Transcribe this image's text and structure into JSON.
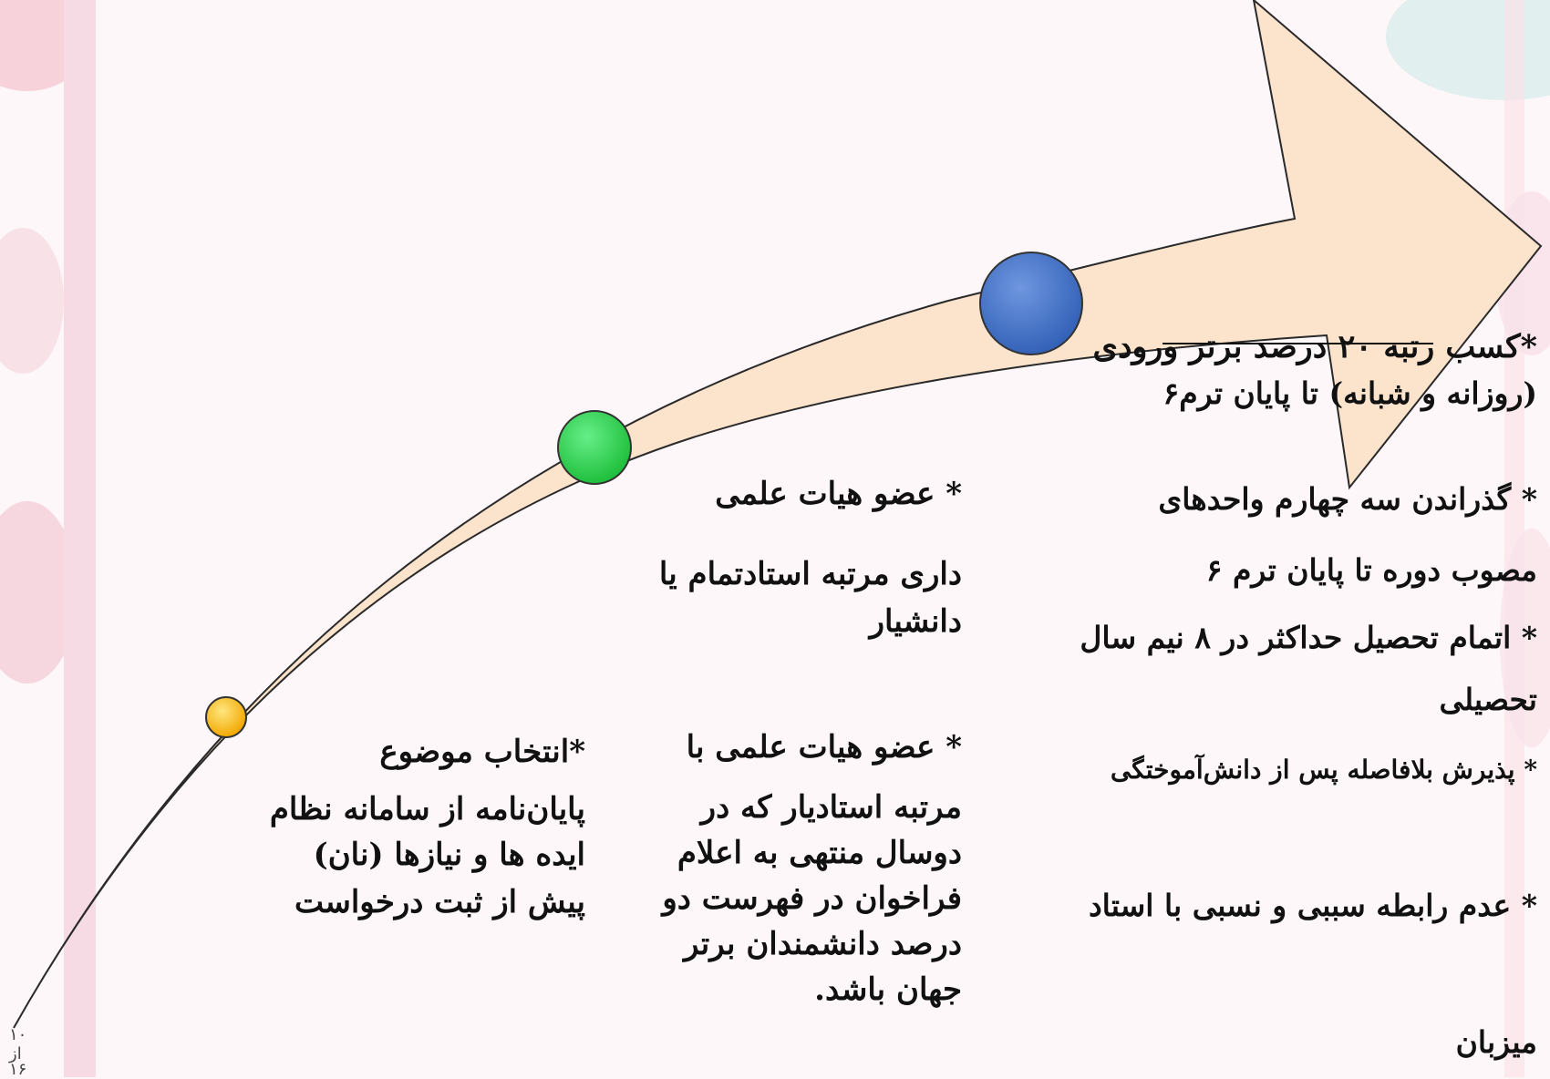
{
  "slide": {
    "colors": {
      "arrow_fill": "#fbe3cc",
      "arrow_stroke": "#2a2a2a",
      "dot_yellow": "#f7b500",
      "dot_green": "#22cc44",
      "dot_blue": "#3f6fc6",
      "left_band": "#f7dbe4"
    },
    "stages": [
      {
        "dot_color": "#f7b500",
        "lines": [
          "*انتخاب موضوع",
          "پایان‌نامه از سامانه نظام",
          "ایده ها و نیازها (نان)",
          "پیش از ثبت درخواست"
        ]
      },
      {
        "dot_color": "#22cc44",
        "lines": [
          "* عضو هیات علمی",
          "داری مرتبه استادتمام یا",
          "دانشیار",
          "* عضو هیات علمی با",
          "مرتبه استادیار که در",
          "دوسال منتهی به اعلام",
          "فراخوان در فهرست دو",
          "درصد دانشمندان برتر",
          "جهان باشد."
        ]
      },
      {
        "dot_color": "#3f6fc6",
        "lines": [
          "*کسب رتبه ۲۰ درصد برتر ورودی",
          "(روزانه و شبانه) تا پایان ترم۶",
          "* گذراندن سه چهارم واحدهای",
          "مصوب دوره تا پایان ترم ۶",
          "* اتمام تحصیل حداکثر در ۸ نیم سال",
          "تحصیلی",
          "*  پذیرش بلافاصله پس از دانش‌آموختگی",
          "* عدم رابطه سببی و نسبی با استاد",
          "میزبان"
        ]
      }
    ],
    "page_number": {
      "current": "۱۰",
      "separator": "از",
      "total": "۱۶"
    }
  }
}
